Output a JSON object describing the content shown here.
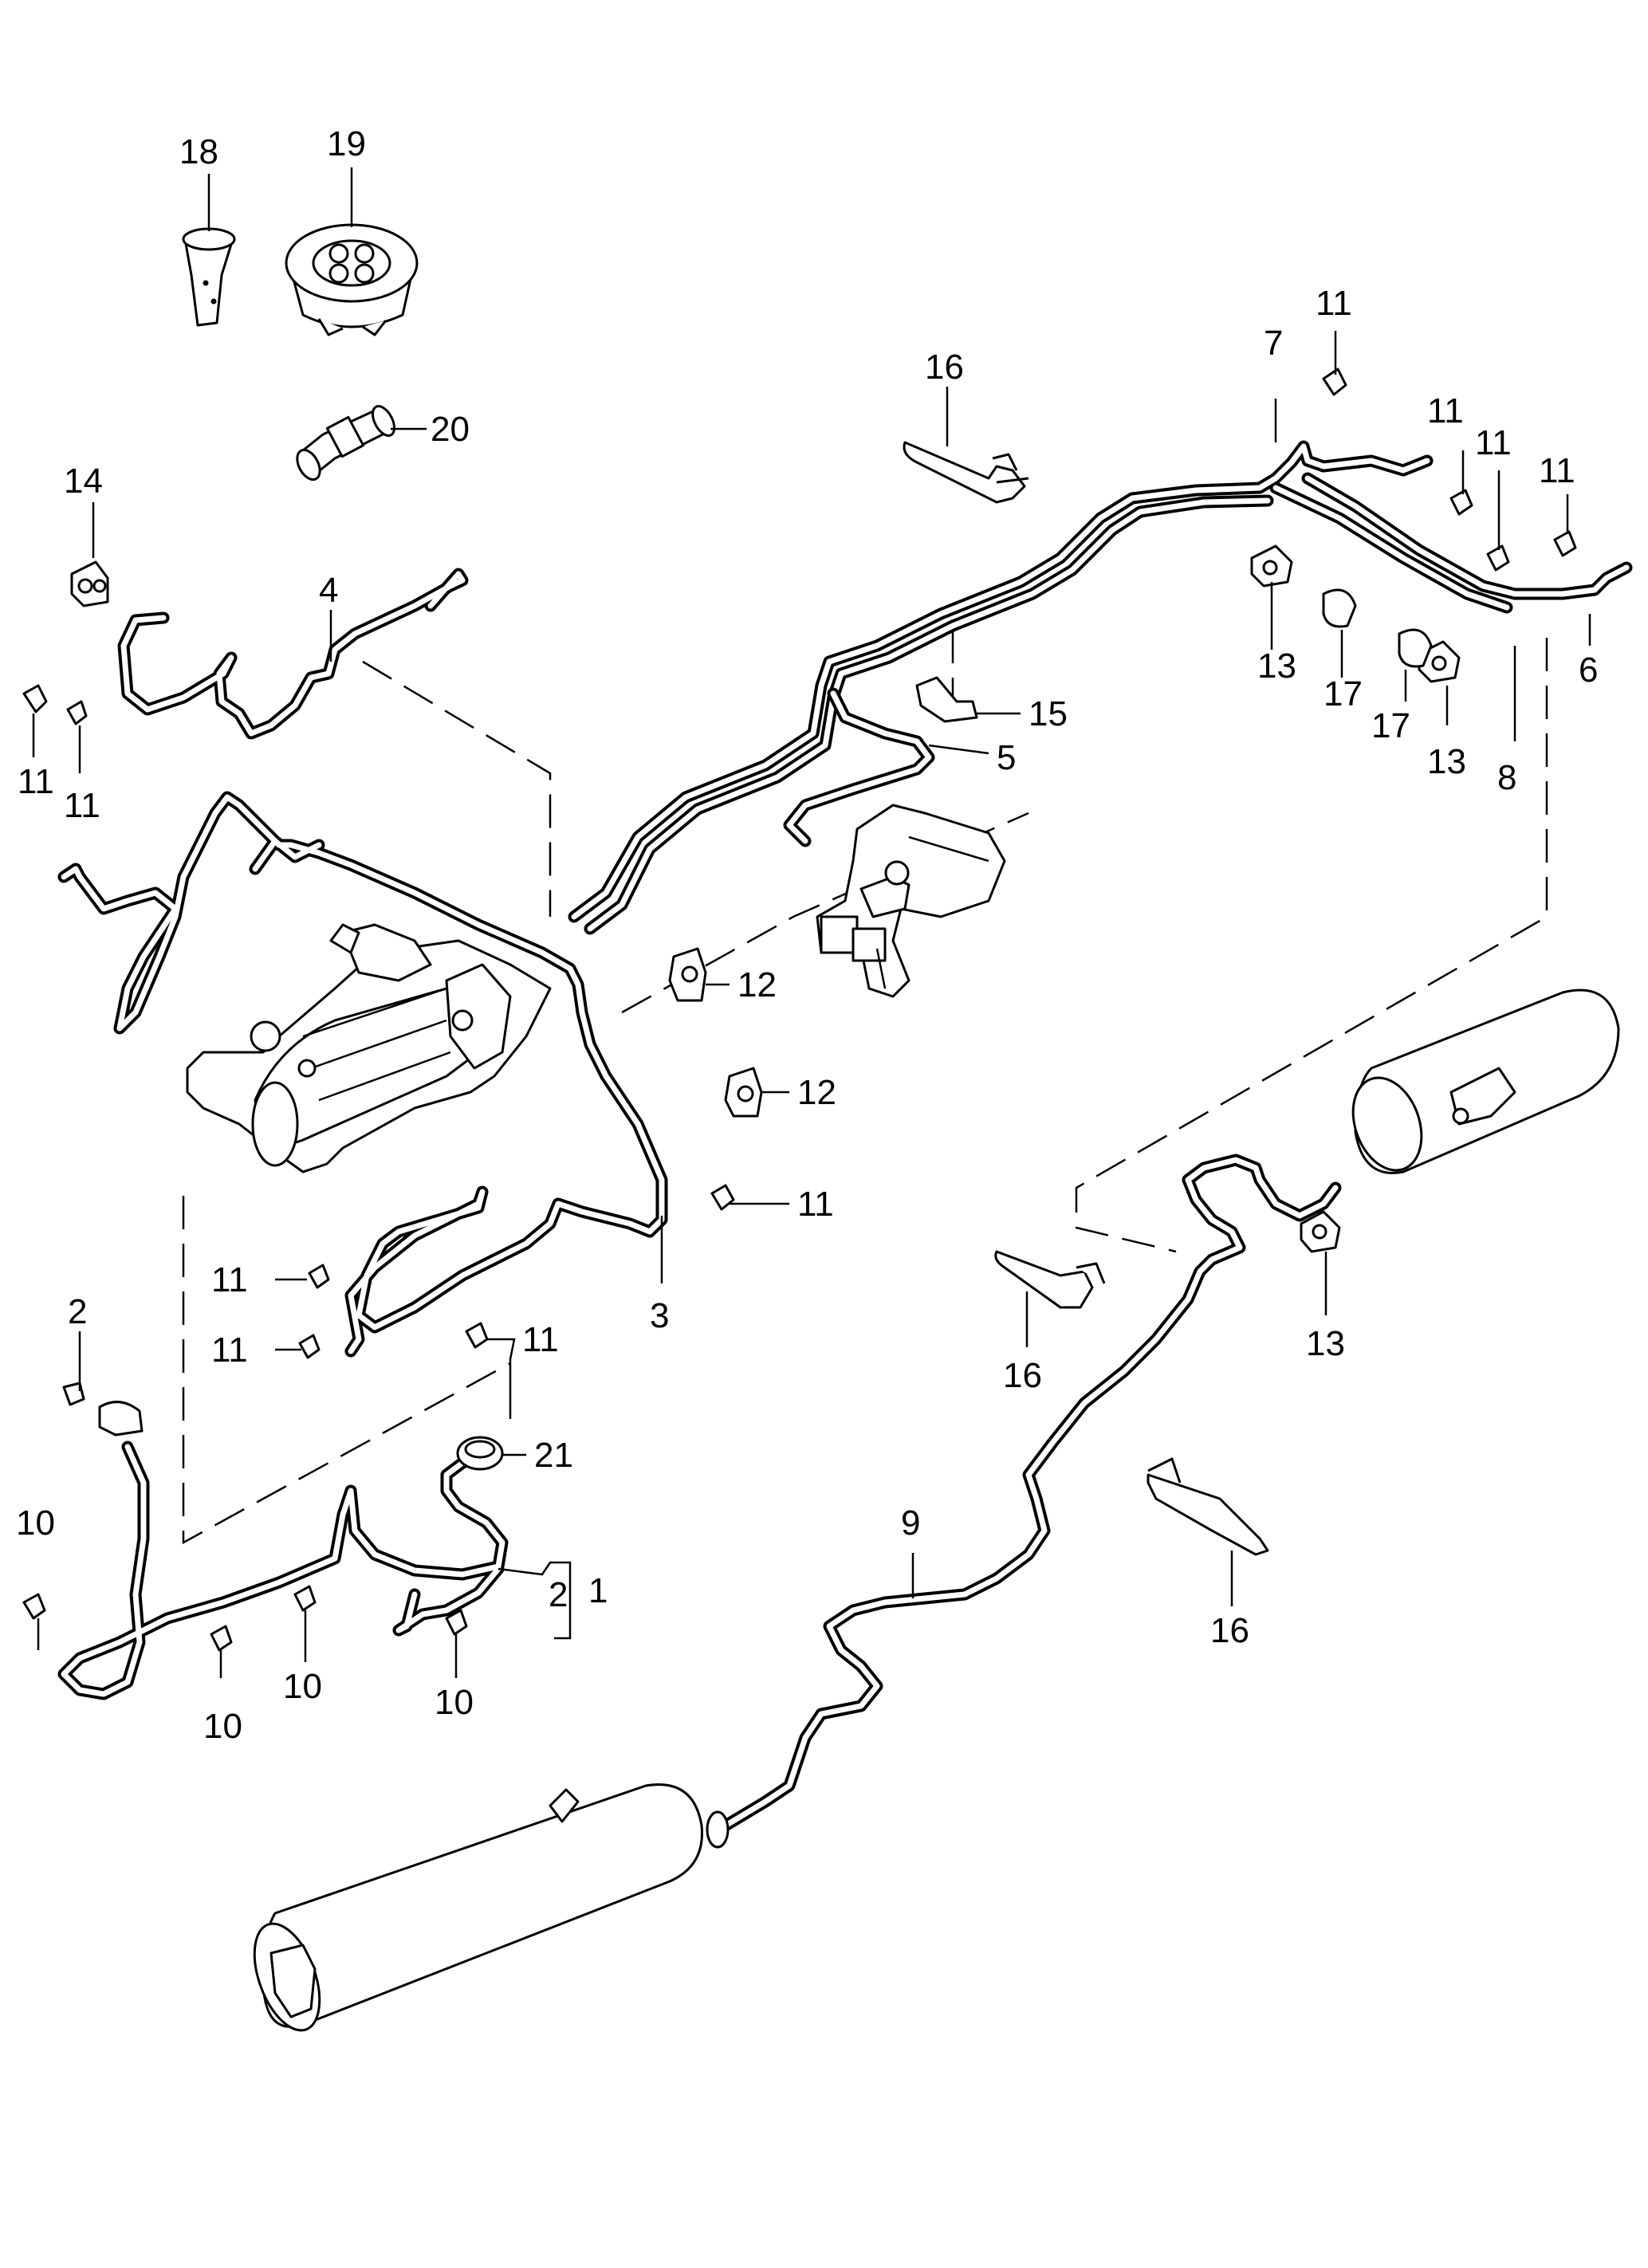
{
  "callouts": {
    "c18": "18",
    "c19": "19",
    "c20": "20",
    "c14": "14",
    "c4": "4",
    "c11_a": "11",
    "c11_b": "11",
    "c11_top": "11",
    "c11_r1": "11",
    "c11_r2": "11",
    "c11_r3": "11",
    "c11_mid": "11",
    "c11_l1": "11",
    "c11_l2": "11",
    "c11_c": "11",
    "c7": "7",
    "c16_top": "16",
    "c16_mid": "16",
    "c16_bot": "16",
    "c13_a": "13",
    "c13_b": "13",
    "c13_c": "13",
    "c17_a": "17",
    "c17_b": "17",
    "c6": "6",
    "c8": "8",
    "c15": "15",
    "c5": "5",
    "c12_a": "12",
    "c12_b": "12",
    "c3": "3",
    "c2_top": "2",
    "c2_bracket": "2",
    "c1": "1",
    "c21": "21",
    "c10_a": "10",
    "c10_b": "10",
    "c10_c": "10",
    "c10_d": "10",
    "c9": "9"
  }
}
